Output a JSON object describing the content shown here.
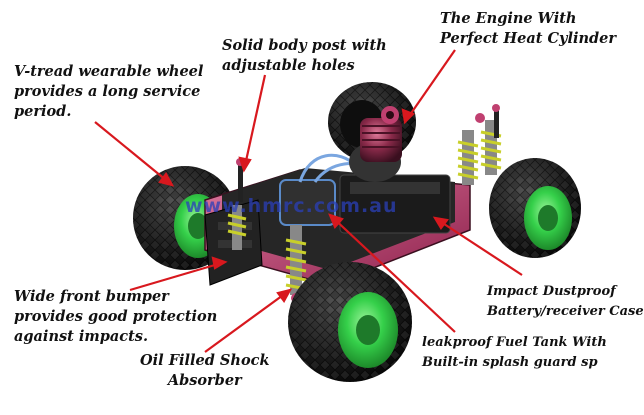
{
  "labels": {
    "engine": [
      "The Engine With",
      "Perfect Heat Cylinder"
    ],
    "body_post": [
      "Solid body post with",
      "adjustable holes"
    ],
    "wheel": [
      "V-tread wearable wheel",
      "provides a long service",
      "period."
    ],
    "bumper": [
      "Wide front bumper",
      "provides good protection",
      "against impacts."
    ],
    "shock": [
      "Oil Filled Shock",
      "Absorber"
    ],
    "case": [
      "Impact  Dustproof",
      "Battery/receiver Case"
    ],
    "fuel_tank": [
      "leakproof Fuel Tank With",
      "Built-in splash guard sp"
    ]
  },
  "watermark": "www.hmrc.com.au",
  "colors": {
    "arrow": "#d8181e",
    "tire": "#1a1a1a",
    "rim": "#2fcf45",
    "chassis": "#2b2b2b",
    "plate": "#c8326e",
    "spring": "#c8cf2a",
    "engine": "#8a2a4a",
    "watermark": "#2a3fb8"
  }
}
